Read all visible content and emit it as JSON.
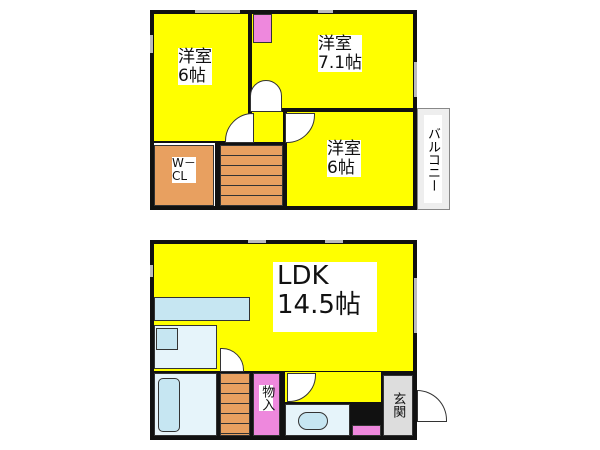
{
  "upper_floor": {
    "room_left": {
      "name": "洋室",
      "size": "6帖"
    },
    "room_top_right": {
      "name": "洋室",
      "size": "7.1帖"
    },
    "room_bottom_right": {
      "name": "洋室",
      "size": "6帖"
    },
    "walk_in_closet": {
      "line1": "W－",
      "line2": "CL"
    },
    "balcony": "バルコニー"
  },
  "lower_floor": {
    "ldk": {
      "name": "LDK",
      "size": "14.5帖"
    },
    "storage": "物入",
    "entrance": "玄関"
  },
  "colors": {
    "room": "#ffff00",
    "stairs": "#e8a060",
    "storage": "#ee88dd",
    "wet": "#c6e6f2",
    "entrance": "#dddddd"
  }
}
